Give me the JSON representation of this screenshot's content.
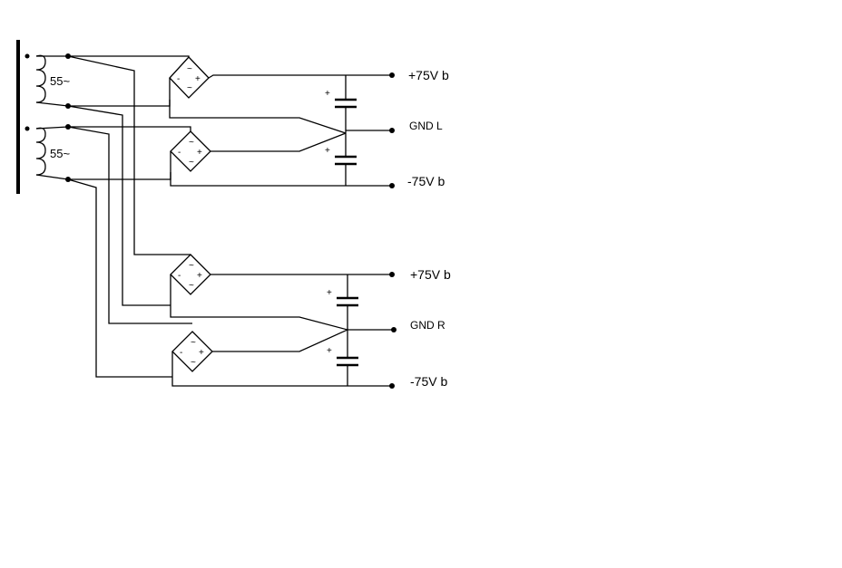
{
  "winding_labels": [
    "55~",
    "55~"
  ],
  "supplies": [
    {
      "plus": "+75V b",
      "gnd": "GND L",
      "minus": "-75V b"
    },
    {
      "plus": "+75V b",
      "gnd": "GND R",
      "minus": "-75V b"
    }
  ],
  "bridge_symbols": {
    "ac": "~",
    "plus": "+",
    "minus": "-"
  },
  "cap_polarity": "+"
}
